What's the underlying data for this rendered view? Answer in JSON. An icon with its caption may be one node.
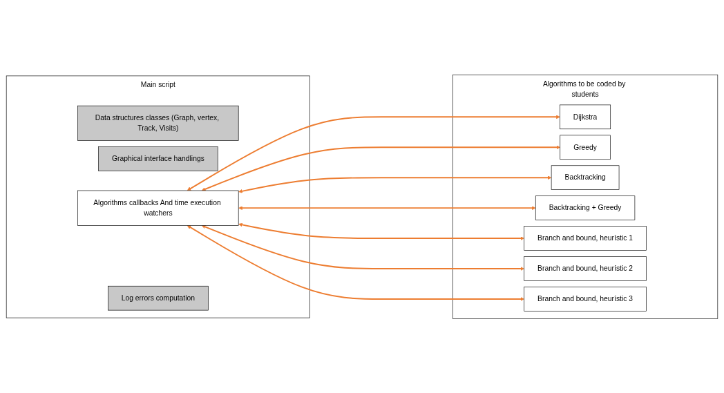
{
  "diagram": {
    "nodes": [
      {
        "text": [
          "Main script"
        ]
      },
      {
        "text": [
          "Data structures classes (Graph, vertex, Track, Visits)"
        ],
        "in": 0
      },
      {
        "text": [
          "Graphical interface handlings"
        ],
        "in": 0
      },
      {
        "text": [
          "Algorithms callbacks And time execution watchers"
        ],
        "in": 0
      },
      {
        "text": [
          "Log errors computation"
        ],
        "in": 0
      },
      {
        "text": [
          "Algorithms to be coded by students"
        ]
      },
      {
        "text": [
          "Dijkstra"
        ],
        "in": 5
      },
      {
        "text": [
          "Greedy"
        ],
        "in": 5
      },
      {
        "text": [
          "Backtracking"
        ],
        "in": 5
      },
      {
        "text": [
          "Backtracking + Greedy"
        ],
        "in": 5
      },
      {
        "text": [
          "Branch and bound, heurístic 1"
        ],
        "in": 5
      },
      {
        "text": [
          "Branch and bound, heurístic 2"
        ],
        "in": 5
      },
      {
        "text": [
          "Branch and bound, heurístic 3"
        ],
        "in": 5
      }
    ],
    "edges": [
      {
        "from": 3,
        "to": 6,
        "arrow": "both"
      },
      {
        "from": 3,
        "to": 7,
        "arrow": "both"
      },
      {
        "from": 3,
        "to": 8,
        "arrow": "both"
      },
      {
        "from": 3,
        "to": 9,
        "arrow": "both"
      },
      {
        "from": 3,
        "to": 10,
        "arrow": "both"
      },
      {
        "from": 3,
        "to": 11,
        "arrow": "both"
      },
      {
        "from": 3,
        "to": 12,
        "arrow": "both"
      }
    ]
  }
}
